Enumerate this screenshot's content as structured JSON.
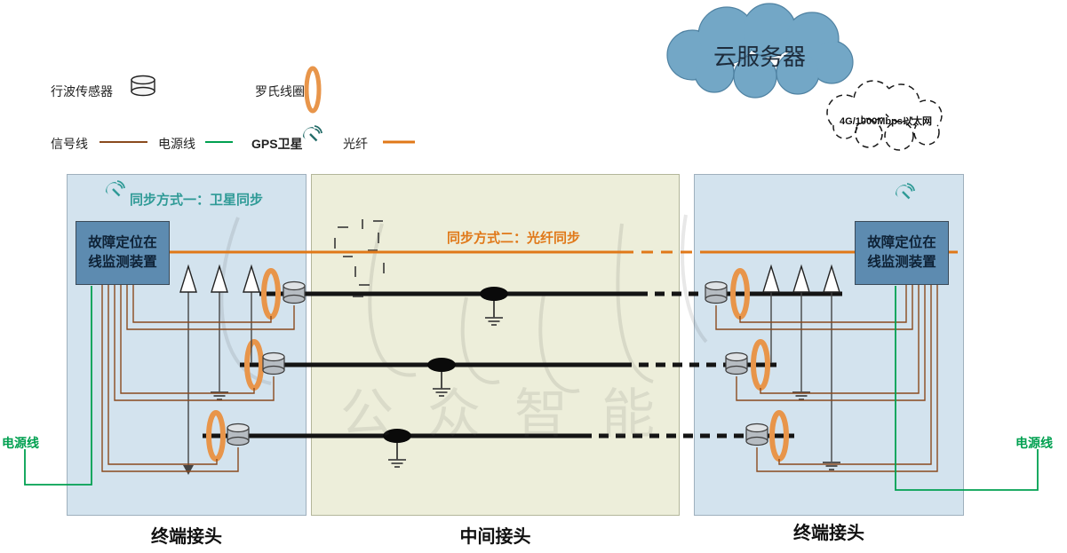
{
  "legend": {
    "traveling_wave_sensor": "行波传感器",
    "rogowski_coil": "罗氏线圈",
    "signal_line": "信号线",
    "power_line": "电源线",
    "gps_satellite": "GPS卫星",
    "optical_fiber": "光纤"
  },
  "cloud": {
    "server": "云服务器",
    "network": "4G/1000Mbps以太网"
  },
  "sync": {
    "method1": "同步方式一：卫星同步",
    "method2": "同步方式二：光纤同步"
  },
  "device_box": {
    "line1": "故障定位在",
    "line2": "线监测装置"
  },
  "panel_labels": {
    "left": "终端接头",
    "middle": "中间接头",
    "right": "终端接头"
  },
  "power_labels": {
    "left": "电源线",
    "right": "电源线"
  },
  "watermark": "公众智能",
  "colors": {
    "panel_blue": "#d3e3ee",
    "panel_green": "#edeeda",
    "device_blue": "#5d8bb0",
    "coil_orange": "#e8954a",
    "fiber_orange": "#e07818",
    "signal_brown": "#8a4a1e",
    "power_green": "#00a050",
    "sync_teal": "#2e9a96",
    "cloud_blue": "#73a7c6"
  }
}
